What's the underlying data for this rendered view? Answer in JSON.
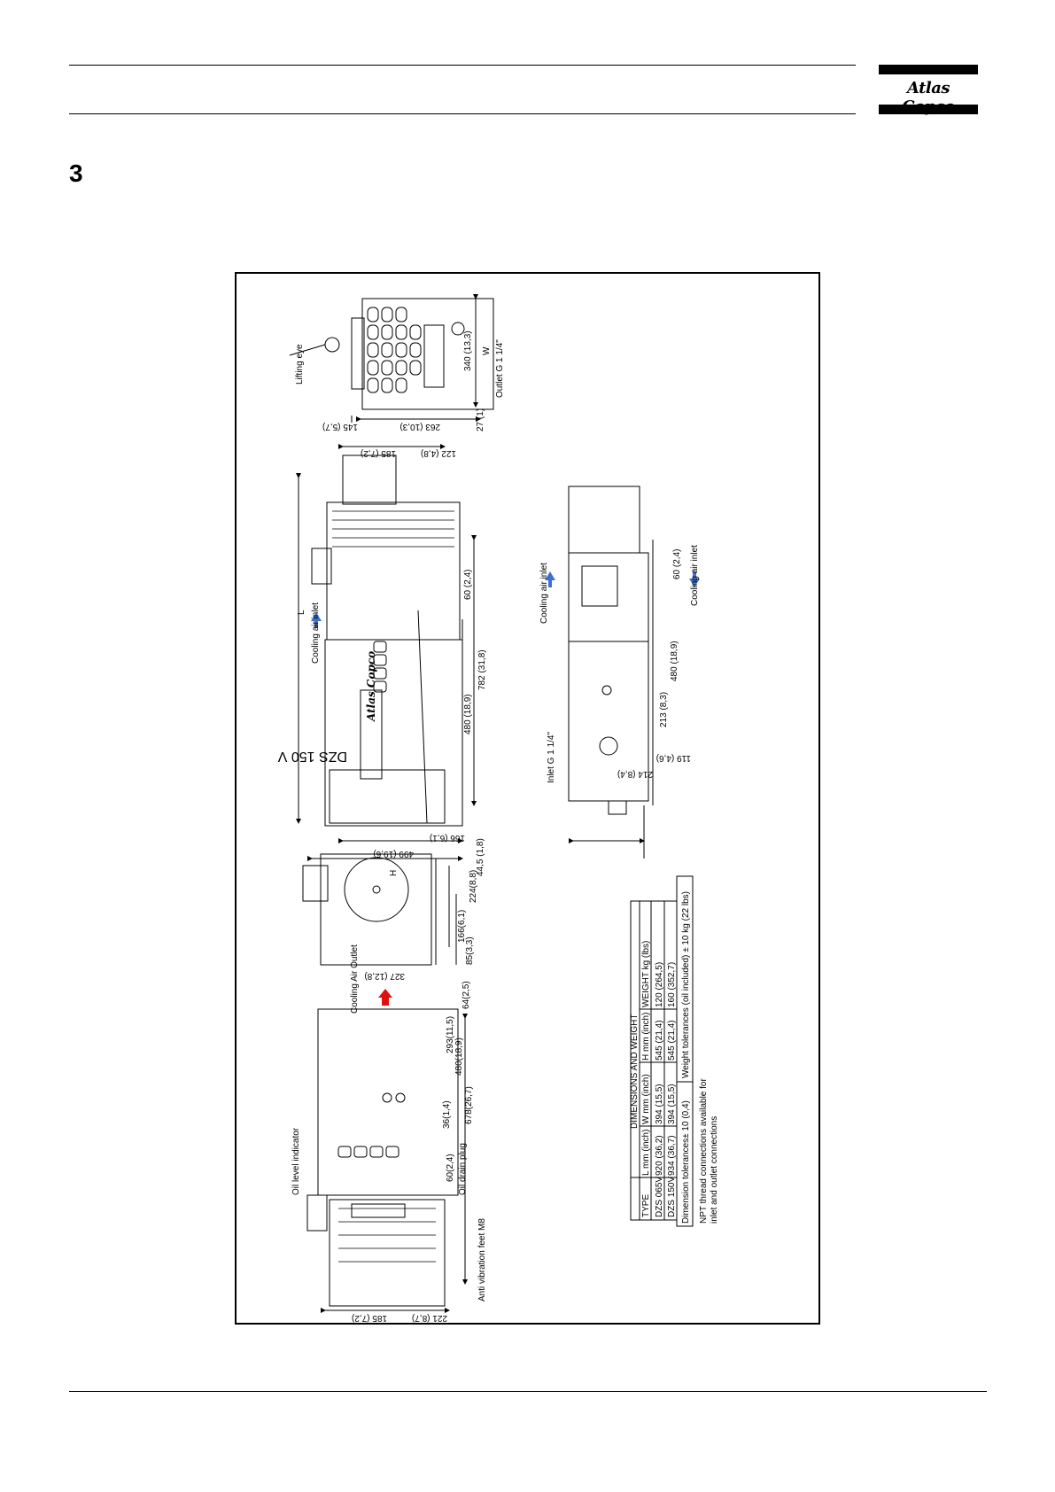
{
  "header": {
    "brand": "Atlas Copco"
  },
  "section_number": "3",
  "drawing": {
    "callouts": {
      "lifting_eye": "Lifting eye",
      "cooling_air_inlet": "Cooling air inlet",
      "cooling_air_outlet": "Cooling Air Outlet",
      "inlet": "Inlet G 1 1/4\"",
      "outlet": "Outlet G 1 1/4\"",
      "oil_level_indicator": "Oil level indicator",
      "oil_drain_plug": "Oil drain plug",
      "anti_vibration_feet": "Anti vibration feet M8",
      "model_plate": "DZS 150 V",
      "brand_plate": "Atlas Copco"
    },
    "dimensions": {
      "d_145": "145 (5,7)",
      "d_263": "263 (10,3)",
      "d_27": "27 (1)",
      "d_340": "340 (13,3)",
      "w_label": "W",
      "d_185_top": "185 (7,2)",
      "d_122": "122 (4,8)",
      "d_60_top": "60 (2,4)",
      "d_480_top": "480 (18,9)",
      "d_782": "782 (31,8)",
      "d_166": "166 (6,1)",
      "d_499": "499 (19,6)",
      "d_44": "44,5 (1,8)",
      "h_label": "H",
      "l_label": "L",
      "d_60_mid": "60 (2,4)",
      "d_480_mid": "480 (18,9)",
      "d_213": "213 (8,3)",
      "d_119": "119 (4,6)",
      "d_214": "214 (8,4)",
      "d_224": "224(8,8)",
      "d_166b": "166(6,1)",
      "d_85": "85(3,3)",
      "d_327": "327 (12,8)",
      "d_185_bot": "185 (7,2)",
      "d_221": "221 (8,7)",
      "d_60_bot": "60(2,4)",
      "d_36": "36(1,4)",
      "d_678": "678(26,7)",
      "d_480_bot": "480(18,9)",
      "d_293": "293(11,5)",
      "d_64": "64(2,5)"
    },
    "table": {
      "title": "DIMENSIONS AND WEIGHT",
      "columns": [
        "TYPE",
        "L mm (inch)",
        "W mm (inch)",
        "H mm (inch)",
        "WEIGHT kg (lbs)"
      ],
      "rows": [
        [
          "DZS 065V",
          "920 (36,2)",
          "394 (15,5)",
          "545 (21,4)",
          "120 (264,5)"
        ],
        [
          "DZS 150V",
          "934 (36,7)",
          "394 (15,5)",
          "545 (21,4)",
          "160 (352,7)"
        ]
      ],
      "dimension_tolerance": "Dimension tolerances± 10 (0,4)",
      "weight_tolerance": "Weight tolerances (oil included) ± 10 kg (22 lbs)",
      "npt_note_1": "NPT thread connections available for",
      "npt_note_2": "inlet and outlet connections"
    }
  },
  "colors": {
    "arrow_blue": "#3f6fd0",
    "arrow_red": "#e01010"
  }
}
